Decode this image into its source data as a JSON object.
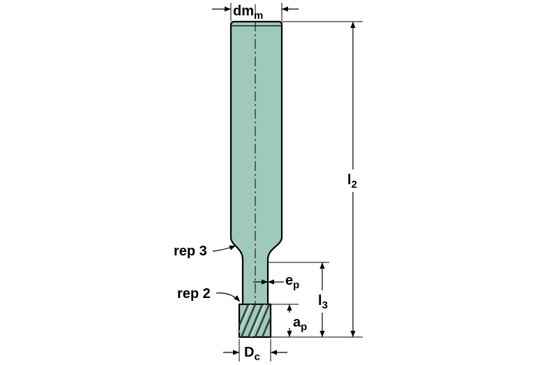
{
  "colors": {
    "tool_fill": "#9fc9b8",
    "outline": "#000000",
    "flute_hatch": "#2e3e37"
  },
  "labels": {
    "dm_main": "dm",
    "dm_sub": "m",
    "l2_main": "l",
    "l2_sub": "2",
    "l3_main": "l",
    "l3_sub": "3",
    "ap_main": "a",
    "ap_sub": "p",
    "ep_main": "e",
    "ep_sub": "p",
    "dc_main": "D",
    "dc_sub": "c",
    "rep3": "rep 3",
    "rep2": "rep 2"
  }
}
